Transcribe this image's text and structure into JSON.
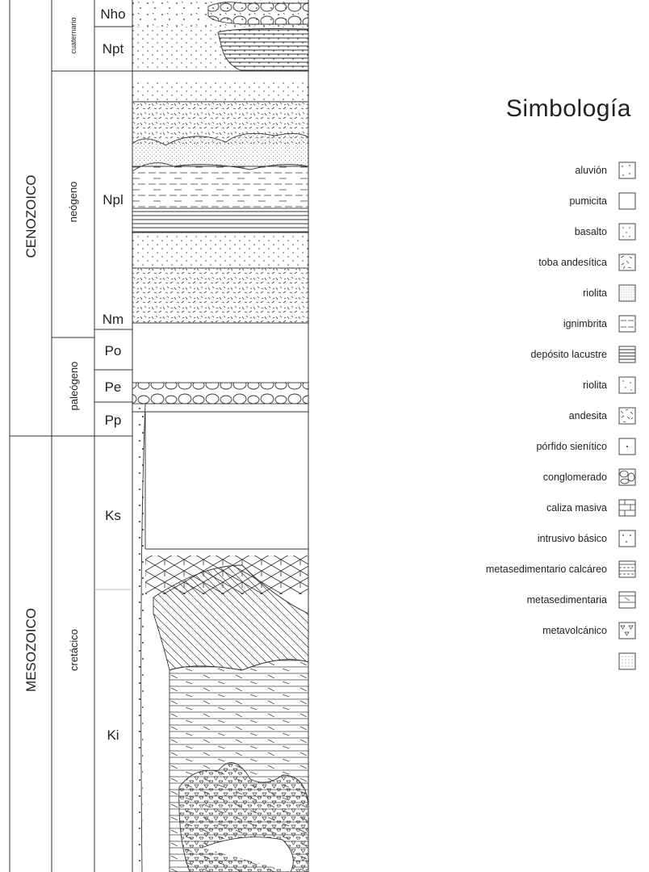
{
  "eras": [
    {
      "name": "CENOZOICO"
    },
    {
      "name": "MESOZOICO"
    }
  ],
  "periods": [
    {
      "name": "cuaternario"
    },
    {
      "name": "neógeno"
    },
    {
      "name": "paleógeno"
    },
    {
      "name": "cretácico"
    }
  ],
  "units": [
    {
      "code": "Nho"
    },
    {
      "code": "Npt"
    },
    {
      "code": "Npl"
    },
    {
      "code": "Nm"
    },
    {
      "code": "Po"
    },
    {
      "code": "Pe"
    },
    {
      "code": "Pp"
    },
    {
      "code": "Ks"
    },
    {
      "code": "Ki"
    }
  ],
  "legend": {
    "title": "Simbología",
    "items": [
      {
        "label": "aluvión",
        "pattern": "aluvion"
      },
      {
        "label": "pumicita",
        "pattern": "pumicita"
      },
      {
        "label": "basalto",
        "pattern": "basalto"
      },
      {
        "label": "toba andesítica",
        "pattern": "toba"
      },
      {
        "label": "riolita",
        "pattern": "riolita1"
      },
      {
        "label": "ignimbrita",
        "pattern": "ignimbrita"
      },
      {
        "label": "depósito lacustre",
        "pattern": "lacustre"
      },
      {
        "label": "riolita",
        "pattern": "riolita2"
      },
      {
        "label": "andesita",
        "pattern": "andesita"
      },
      {
        "label": "pórfido sienítico",
        "pattern": "porfido"
      },
      {
        "label": "conglomerado",
        "pattern": "conglomerado"
      },
      {
        "label": "caliza masiva",
        "pattern": "caliza"
      },
      {
        "label": "intrusivo básico",
        "pattern": "intrusivo"
      },
      {
        "label": "metasedimentario calcáreo",
        "pattern": "metacalcareo"
      },
      {
        "label": "metasedimentaria",
        "pattern": "metased"
      },
      {
        "label": "metavolcánico",
        "pattern": "metavolc"
      },
      {
        "label": "",
        "pattern": "dotgrid"
      }
    ]
  }
}
